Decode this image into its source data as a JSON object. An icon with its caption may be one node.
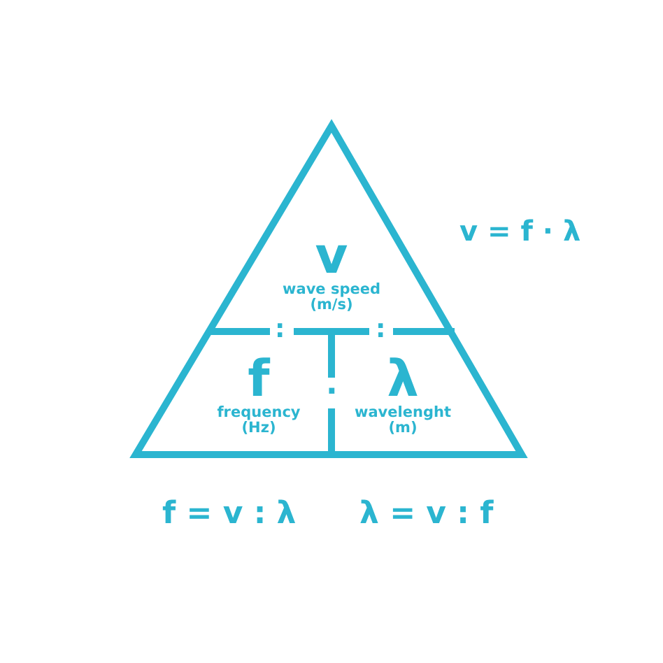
{
  "diagram": {
    "nodes": [
      {
        "text": [
          "v",
          "wave speed (m/s)"
        ]
      },
      {
        "text": [
          "f",
          "frequency (Hz)"
        ]
      },
      {
        "text": [
          "λ",
          "wavelenght (m)"
        ]
      }
    ],
    "labels": [
      "v = f · λ",
      ":",
      ":",
      "·",
      "f = v : λ",
      "λ = v : f"
    ]
  }
}
